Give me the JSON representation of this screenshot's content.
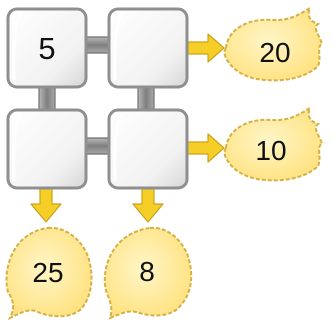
{
  "puzzle": {
    "grid": [
      [
        "5",
        ""
      ],
      [
        "",
        ""
      ]
    ],
    "row_targets": [
      "20",
      "10"
    ],
    "column_targets": [
      "25",
      "8"
    ]
  },
  "colors": {
    "box_fill": "#f6f6f6",
    "box_border": "#9a9a9a",
    "connector": "#8e8e8e",
    "arrow": "#f5cf27",
    "leaf_fill": "#ffe79a",
    "leaf_border": "#d9b94a"
  }
}
